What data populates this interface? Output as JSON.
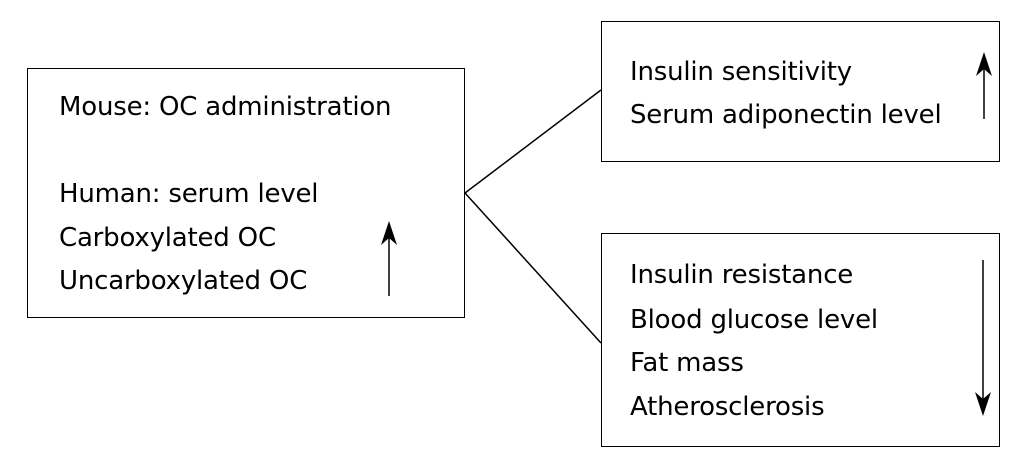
{
  "left_box": {
    "lines": [
      "Mouse: OC administration",
      "Human: serum level",
      "Carboxylated OC",
      "Uncarboxylated OC"
    ],
    "arrow": "up-arrow-icon"
  },
  "top_right_box": {
    "lines": [
      "Insulin sensitivity",
      "Serum adiponectin level"
    ],
    "arrow": "up-arrow-icon"
  },
  "bottom_right_box": {
    "lines": [
      "Insulin resistance",
      "Blood glucose level",
      "Fat mass",
      "Atherosclerosis"
    ],
    "arrow": "down-arrow-icon"
  }
}
